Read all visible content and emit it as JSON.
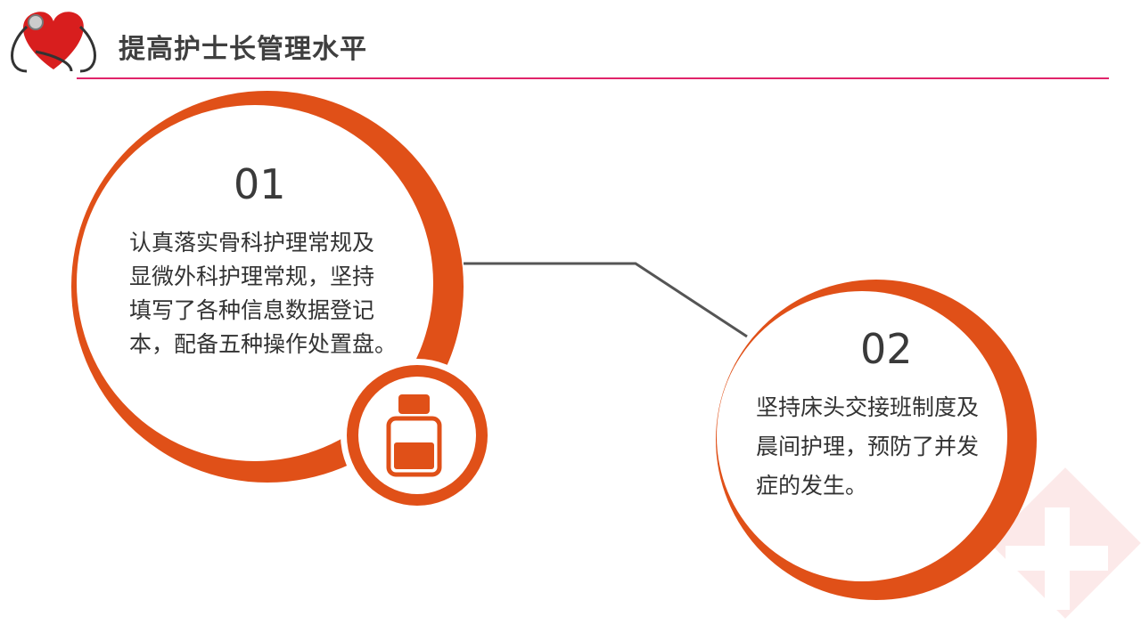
{
  "header": {
    "title": "提高护士长管理水平"
  },
  "colors": {
    "accent": "#e05018",
    "rule": "#e0246a",
    "connector": "#555555"
  },
  "items": [
    {
      "number": "01",
      "text": "认真落实骨科护理常规及显微外科护理常规，坚持填写了各种信息数据登记本，配备五种操作处置盘。",
      "lines": [
        "认真落实骨科护理常规及",
        "显微外科护理常规，坚持",
        "填写了各种信息数据登记",
        "本，配备五种操作处置盘。"
      ]
    },
    {
      "number": "02",
      "text": "坚持床头交接班制度及晨间护理，预防了并发症的发生。",
      "lines": [
        "坚持床头交接班制度及",
        "晨间护理，预防了并发",
        "症的发生。"
      ]
    }
  ]
}
